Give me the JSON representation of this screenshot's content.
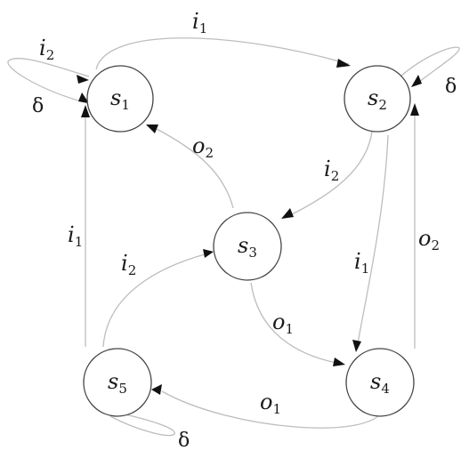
{
  "states": [
    {
      "id": "s1",
      "name": "s",
      "sub": "1"
    },
    {
      "id": "s2",
      "name": "s",
      "sub": "2"
    },
    {
      "id": "s3",
      "name": "s",
      "sub": "3"
    },
    {
      "id": "s4",
      "name": "s",
      "sub": "4"
    },
    {
      "id": "s5",
      "name": "s",
      "sub": "5"
    }
  ],
  "transitions": [
    {
      "id": "t-s1-s1",
      "from": "s1",
      "to": "s1",
      "label": "i",
      "sub": "2"
    },
    {
      "id": "t-s1-s1-delta",
      "from": "s1",
      "to": "s1",
      "label": "δ",
      "sub": ""
    },
    {
      "id": "t-s1-s2",
      "from": "s1",
      "to": "s2",
      "label": "i",
      "sub": "1"
    },
    {
      "id": "t-s2-s2-delta",
      "from": "s2",
      "to": "s2",
      "label": "δ",
      "sub": ""
    },
    {
      "id": "t-s3-s1",
      "from": "s3",
      "to": "s1",
      "label": "o",
      "sub": "2"
    },
    {
      "id": "t-s2-s3",
      "from": "s2",
      "to": "s3",
      "label": "i",
      "sub": "2"
    },
    {
      "id": "t-s5-s1",
      "from": "s5",
      "to": "s1",
      "label": "i",
      "sub": "1"
    },
    {
      "id": "t-s4-s2",
      "from": "s4",
      "to": "s2",
      "label": "o",
      "sub": "2"
    },
    {
      "id": "t-s5-s3",
      "from": "s5",
      "to": "s3",
      "label": "i",
      "sub": "2"
    },
    {
      "id": "t-s2-s4",
      "from": "s2",
      "to": "s4",
      "label": "i",
      "sub": "1"
    },
    {
      "id": "t-s3-s4",
      "from": "s3",
      "to": "s4",
      "label": "o",
      "sub": "1"
    },
    {
      "id": "t-s4-s5",
      "from": "s4",
      "to": "s5",
      "label": "o",
      "sub": "1"
    },
    {
      "id": "t-s5-s5-delta",
      "from": "s5",
      "to": "s5",
      "label": "δ",
      "sub": ""
    }
  ]
}
